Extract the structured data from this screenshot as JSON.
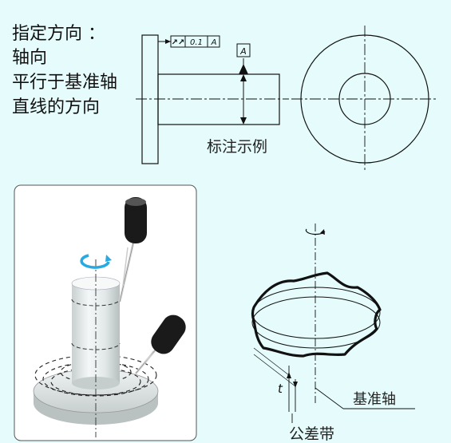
{
  "title_lines": [
    "指定方向 ：",
    "轴向",
    "平行于基准轴",
    "直线的方向"
  ],
  "drawing": {
    "caption": "标注示例",
    "datum_letter": "A",
    "frame_symbol": "↗↗",
    "frame_value": "0.1",
    "frame_datum": "A"
  },
  "tolerance_zone": {
    "datum_axis_label": "基准轴",
    "zone_label": "公差带",
    "width_symbol": "t"
  },
  "colors": {
    "background": "#e6fcfc",
    "line": "#111111",
    "rotation_arrow": "#29a9e1",
    "probe": "#1a1a1a",
    "part": "#dfe5e5"
  },
  "icons": [
    "rotation-arrow-icon",
    "dial-probe-icon"
  ]
}
